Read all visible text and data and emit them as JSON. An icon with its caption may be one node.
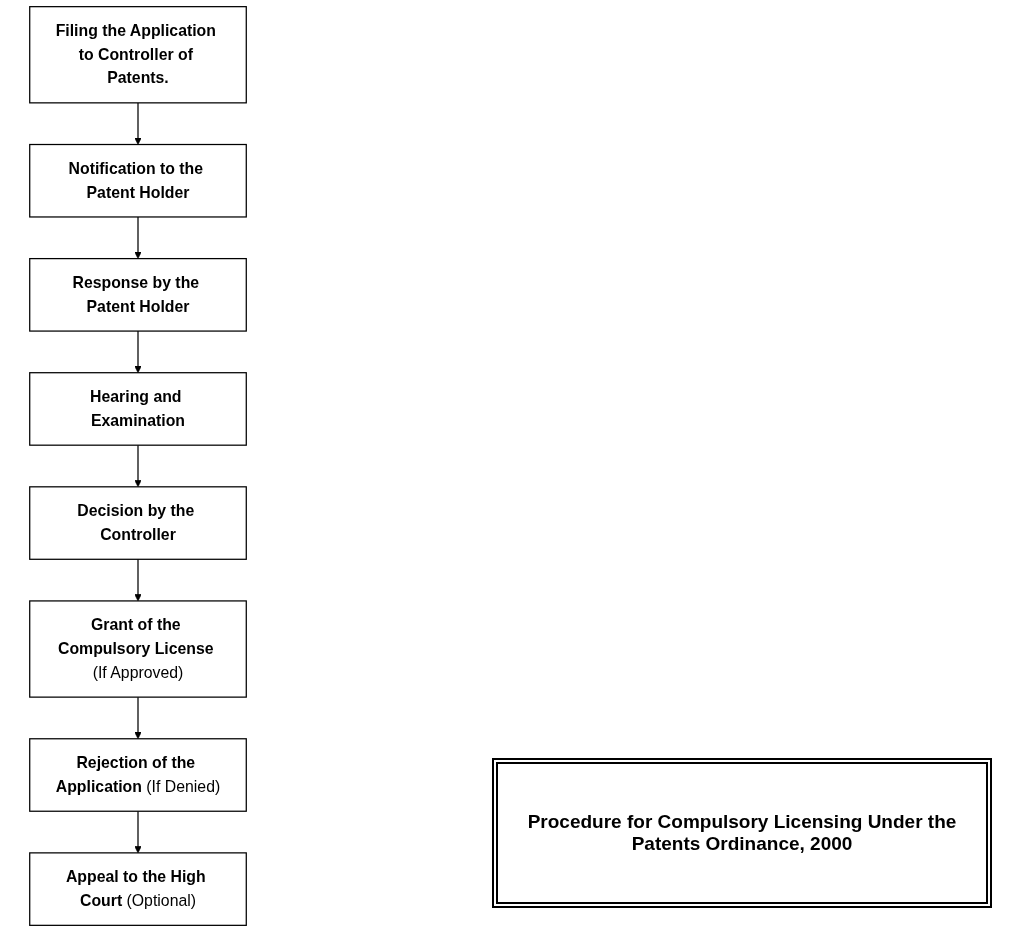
{
  "diagram": {
    "title": "Procedure for Compulsory Licensing Under the Patents Ordinance, 2000",
    "nodes": [
      {
        "text": [
          "Filing the Application to Controller of Patents."
        ]
      },
      {
        "text": [
          "Notification to the Patent Holder"
        ]
      },
      {
        "text": [
          "Response by the Patent Holder"
        ]
      },
      {
        "text": [
          "Hearing and Examination"
        ]
      },
      {
        "text": [
          "Decision by the Controller"
        ]
      },
      {
        "text": [
          "**Grant of the Compulsory License** (If Approved)"
        ]
      },
      {
        "text": [
          "**Rejection of the Application** (If Denied)"
        ]
      },
      {
        "text": [
          "**Appeal to the High Court** (Optional)"
        ]
      }
    ],
    "edges": [
      {
        "from": 0,
        "to": 1,
        "arrow": "to"
      },
      {
        "from": 1,
        "to": 2,
        "arrow": "to"
      },
      {
        "from": 2,
        "to": 3,
        "arrow": "to"
      },
      {
        "from": 3,
        "to": 4,
        "arrow": "to"
      },
      {
        "from": 4,
        "to": 5,
        "arrow": "to"
      },
      {
        "from": 5,
        "to": 6,
        "arrow": "to"
      },
      {
        "from": 6,
        "to": 7,
        "arrow": "to"
      }
    ]
  }
}
